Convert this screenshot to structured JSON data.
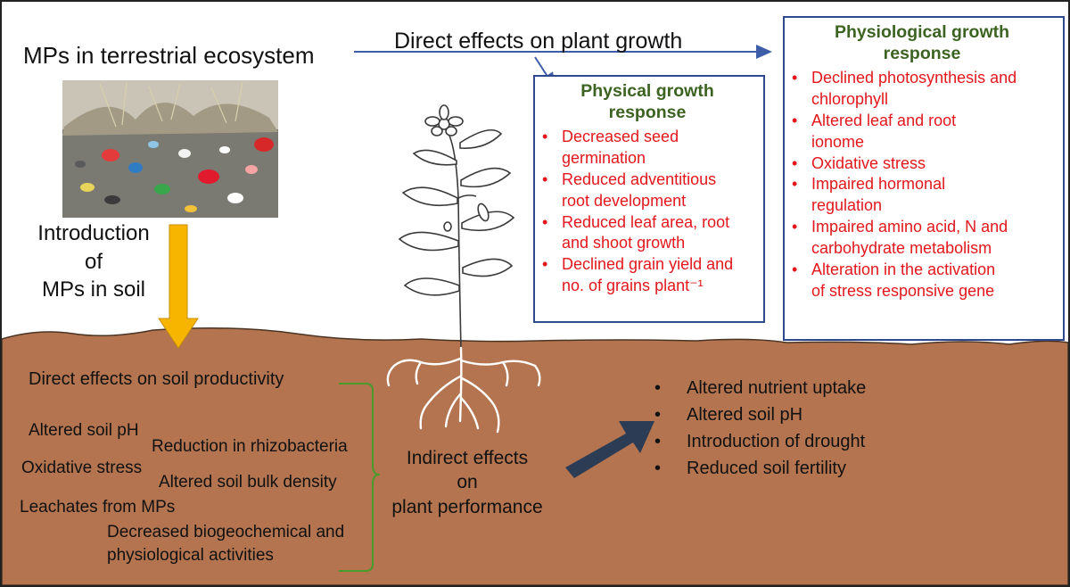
{
  "top": {
    "title": "MPs in terrestrial ecosystem",
    "direct_effects_label": "Direct effects on plant growth",
    "introduction_lines": [
      "Introduction",
      "of",
      "MPs in soil"
    ]
  },
  "physical_box": {
    "title_lines": [
      "Physical growth",
      "response"
    ],
    "items": [
      [
        "Decreased seed",
        "germination"
      ],
      [
        "Reduced adventitious",
        "root development"
      ],
      [
        "Reduced leaf area, root",
        "and shoot growth"
      ],
      [
        "Declined grain yield and",
        "no. of grains plant⁻¹"
      ]
    ]
  },
  "physiological_box": {
    "title_lines": [
      "Physiological growth",
      "response"
    ],
    "items": [
      [
        "Declined photosynthesis and",
        "chlorophyll"
      ],
      [
        "Altered leaf and root",
        "ionome"
      ],
      [
        "Oxidative stress"
      ],
      [
        "Impaired hormonal",
        "regulation"
      ],
      [
        "Impaired amino acid, N and",
        "carbohydrate metabolism"
      ],
      [
        "Alteration in the activation",
        "of stress responsive gene"
      ]
    ]
  },
  "soil": {
    "direct_soil_label": "Direct effects on soil productivity",
    "effects": {
      "altered_ph": "Altered soil pH",
      "rhizobacteria": "Reduction in rhizobacteria",
      "oxidative": "Oxidative stress",
      "bulk_density": "Altered soil bulk density",
      "leachates": "Leachates from MPs",
      "biogeo_line1": "Decreased biogeochemical and",
      "biogeo_line2": "physiological activities"
    },
    "indirect_lines": [
      "Indirect effects",
      "on",
      "plant performance"
    ],
    "results": [
      "Altered nutrient uptake",
      "Altered soil pH",
      "Introduction of drought",
      "Reduced soil fertility"
    ]
  },
  "colors": {
    "soil": "#b3744f",
    "box_border": "#2f4a8c",
    "box_heading": "#3d6322",
    "effect_text": "#e3171c",
    "intro_arrow": "#f7b500",
    "dark_arrow": "#2d3c55",
    "blue_arrow": "#3d5da8",
    "brace": "#4a9a2c"
  },
  "icons": [
    "microplastic-photo",
    "flowering-plant-illustration",
    "plant-root-system"
  ]
}
